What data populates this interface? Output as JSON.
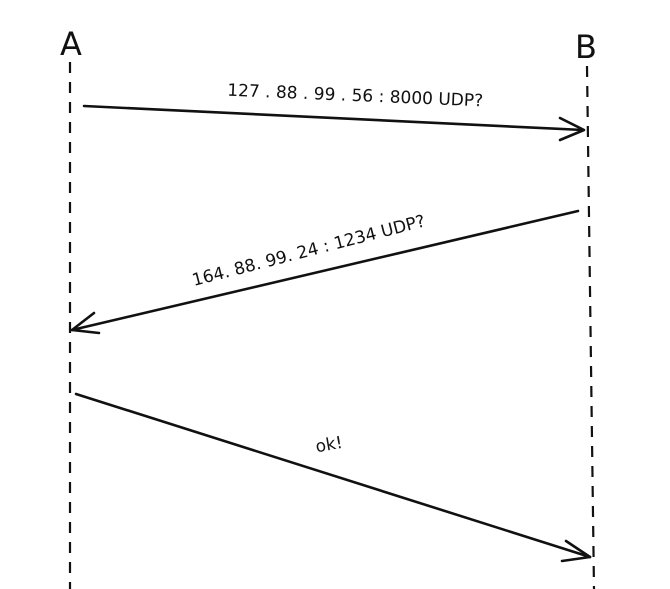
{
  "participants": {
    "left": "A",
    "right": "B"
  },
  "messages": [
    {
      "from": "A",
      "to": "B",
      "label": "127 . 88 . 99 . 56 : 8000 UDP?"
    },
    {
      "from": "B",
      "to": "A",
      "label": "164. 88. 99. 24 : 1234 UDP?"
    },
    {
      "from": "A",
      "to": "B",
      "label": "ok!"
    }
  ],
  "colors": {
    "ink": "#111111",
    "background": "#ffffff"
  }
}
